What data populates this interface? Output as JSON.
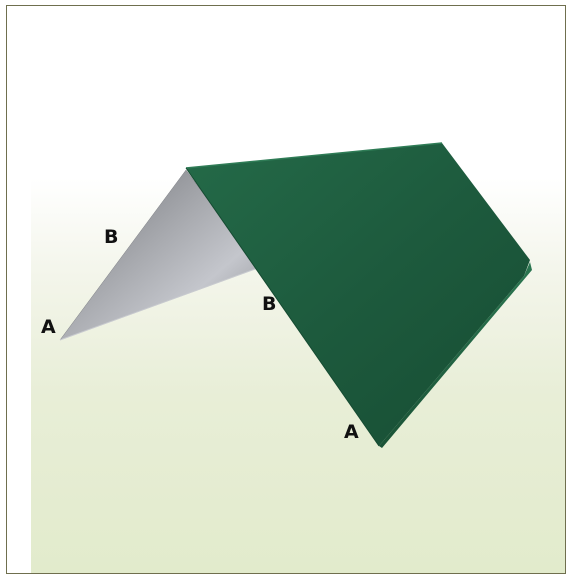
{
  "labels": {
    "a_left": "A",
    "b_left": "B",
    "b_mid": "B",
    "a_bottom": "A"
  },
  "colors": {
    "green_panel": "#1f5c3f",
    "grey_panel": "#8f9196",
    "frame_border": "#6f6f4e"
  }
}
